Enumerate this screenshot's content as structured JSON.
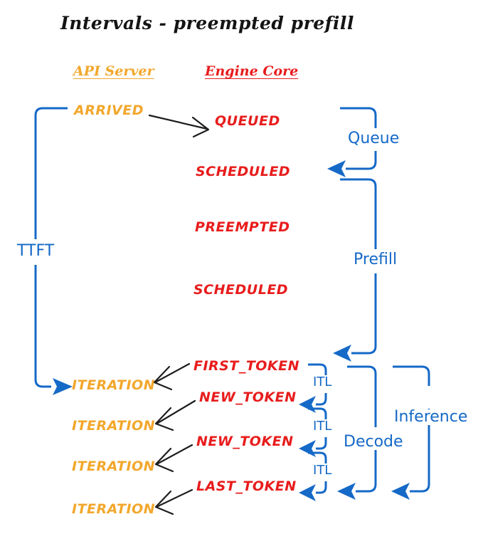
{
  "title": "Intervals - preempted prefill",
  "columns": {
    "api_server": "API Server",
    "engine_core": "Engine Core"
  },
  "colors": {
    "api_server": "#F2A72C",
    "engine_core": "#E81C1C",
    "interval": "#1569C7",
    "arrow": "#1d1d1d",
    "background": "#FFFFFF"
  },
  "api_events": [
    {
      "label": "ARRIVED"
    },
    {
      "label": "ITERATION"
    },
    {
      "label": "ITERATION"
    },
    {
      "label": "ITERATION"
    },
    {
      "label": "ITERATION"
    }
  ],
  "engine_events": [
    {
      "label": "QUEUED"
    },
    {
      "label": "SCHEDULED"
    },
    {
      "label": "PREEMPTED"
    },
    {
      "label": "SCHEDULED"
    },
    {
      "label": "FIRST_TOKEN"
    },
    {
      "label": "NEW_TOKEN"
    },
    {
      "label": "NEW_TOKEN"
    },
    {
      "label": "LAST_TOKEN"
    }
  ],
  "intervals": [
    {
      "label": "TTFT"
    },
    {
      "label": "Queue"
    },
    {
      "label": "Prefill"
    },
    {
      "label": "ITL"
    },
    {
      "label": "ITL"
    },
    {
      "label": "ITL"
    },
    {
      "label": "Decode"
    },
    {
      "label": "Inference"
    }
  ]
}
